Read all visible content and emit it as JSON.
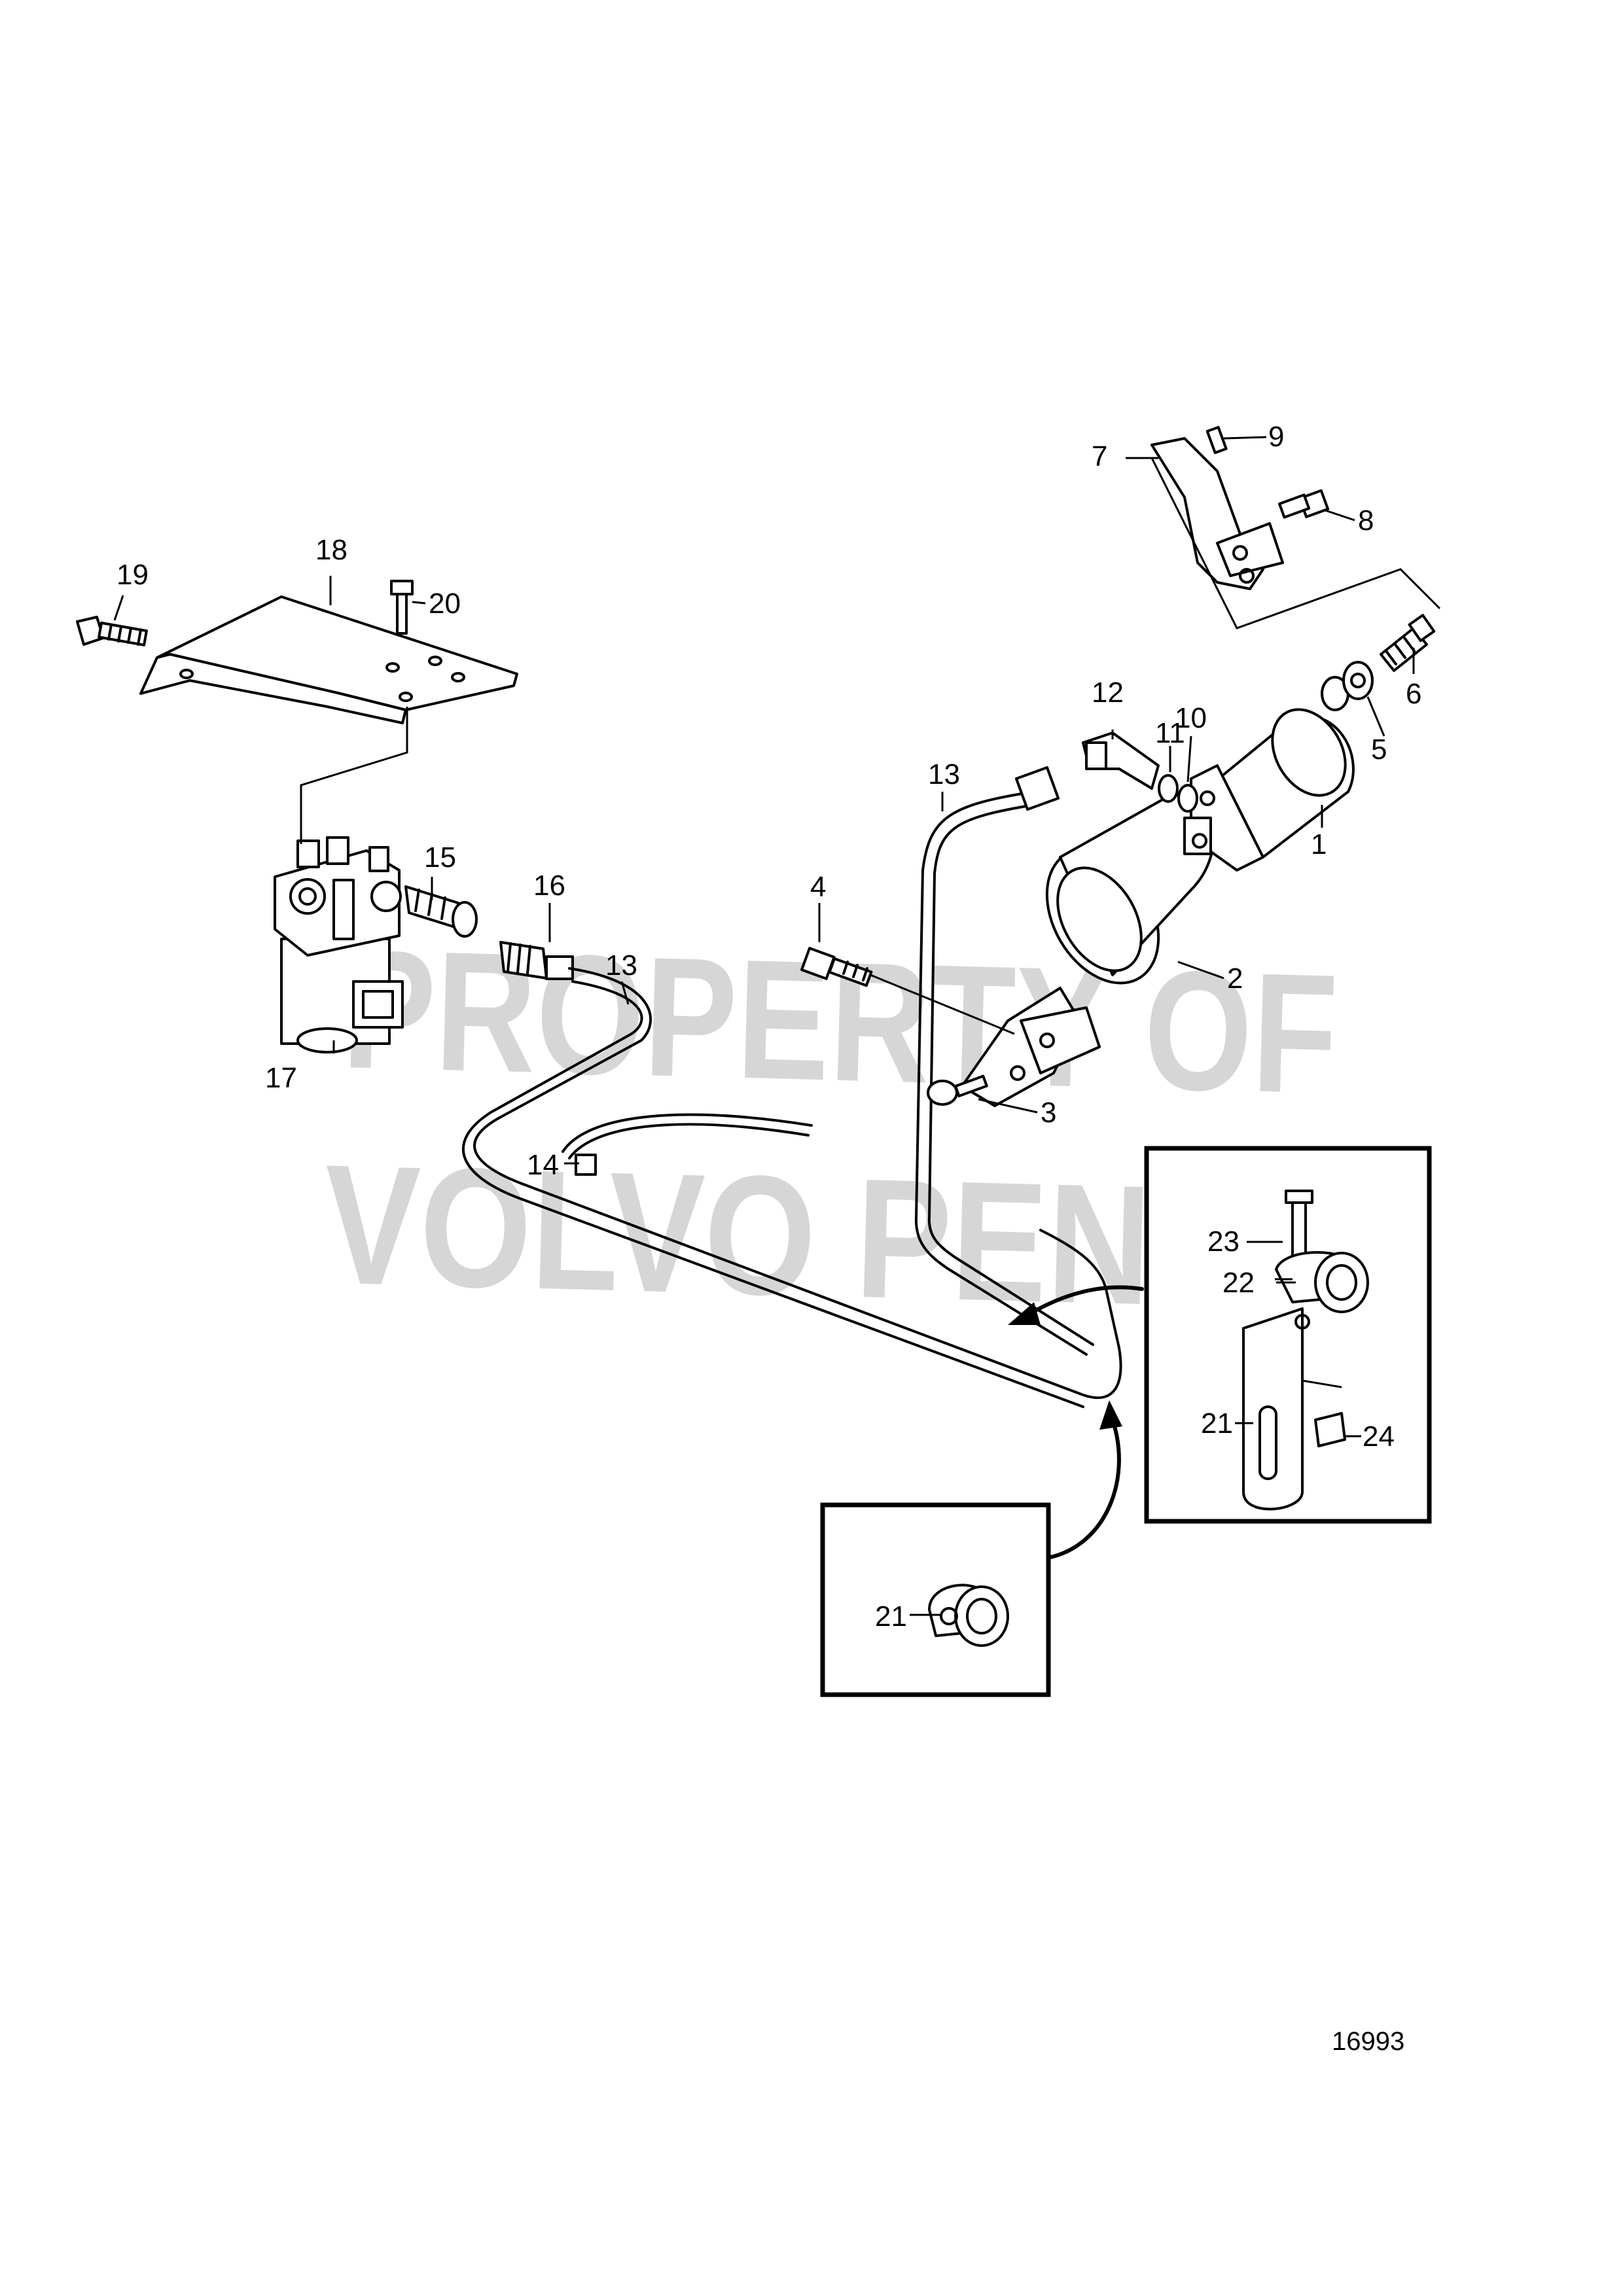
{
  "diagram": {
    "figure_number": "16993",
    "watermark": {
      "line1": "PROPERTY OF",
      "line2": "VOLVO PENTA"
    },
    "callouts": {
      "c1": "1",
      "c2": "2",
      "c3": "3",
      "c4": "4",
      "c5": "5",
      "c6": "6",
      "c7": "7",
      "c8": "8",
      "c9": "9",
      "c10": "10",
      "c11": "11",
      "c12": "12",
      "c13a": "13",
      "c13b": "13",
      "c14": "14",
      "c15": "15",
      "c16": "16",
      "c17": "17",
      "c18": "18",
      "c19": "19",
      "c20": "20",
      "c21a": "21",
      "c21b": "21",
      "c22": "22",
      "c23": "23",
      "c24": "24"
    }
  }
}
